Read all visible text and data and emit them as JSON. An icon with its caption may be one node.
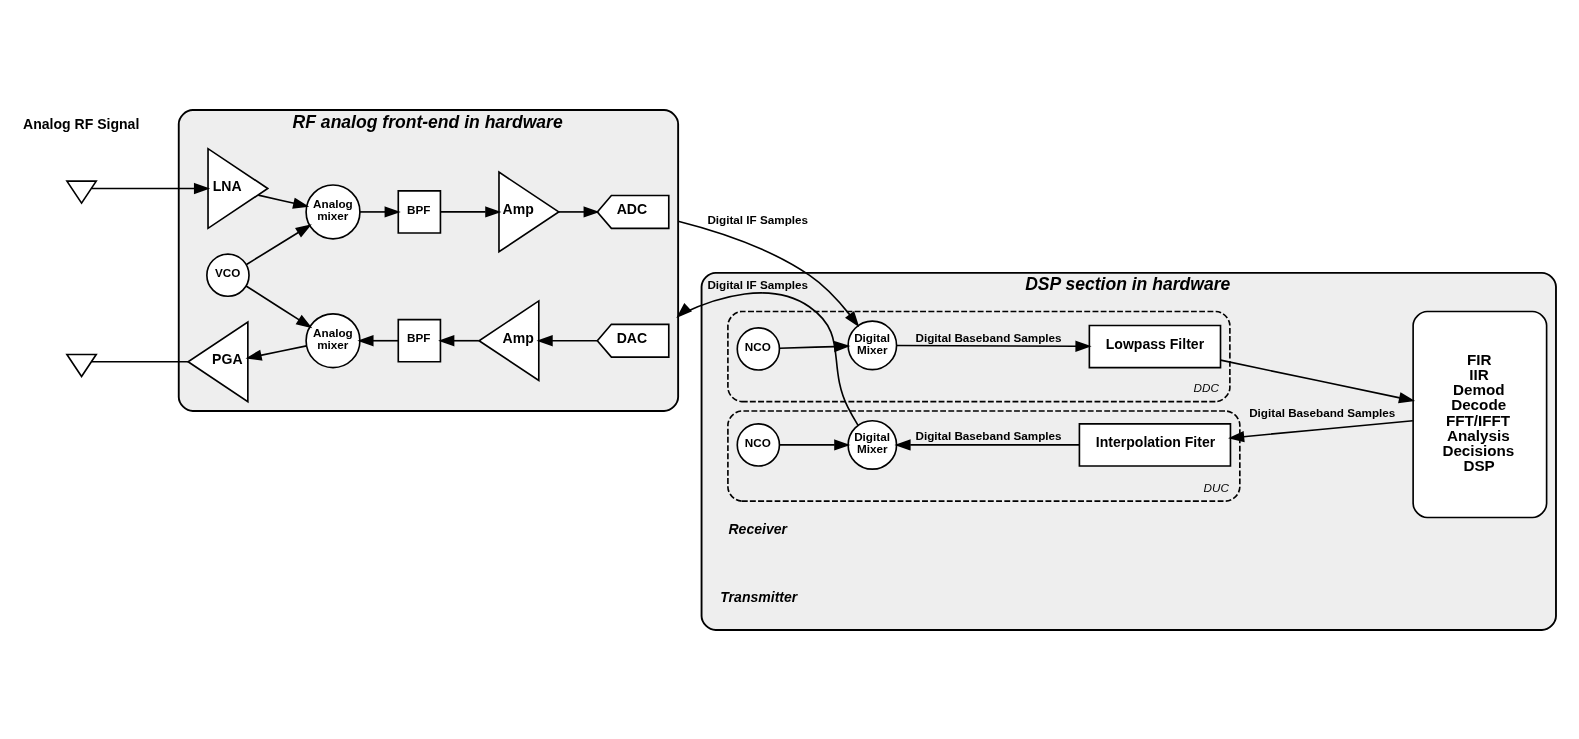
{
  "diagram": {
    "nodes": [
      {
        "text": [
          "RF analog front-end in hardware"
        ]
      },
      {
        "text": [],
        "shape": "antenna"
      },
      {
        "text": [
          "LNA"
        ],
        "in": 0
      },
      {
        "text": [
          "Analog mixer"
        ],
        "in": 0
      },
      {
        "text": [
          "BPF"
        ],
        "in": 0
      },
      {
        "text": [
          "Amp"
        ],
        "in": 0
      },
      {
        "text": [
          "ADC"
        ],
        "in": 0
      },
      {
        "text": [
          "VCO"
        ],
        "in": 0
      },
      {
        "text": [],
        "shape": "antenna"
      },
      {
        "text": [
          "PGA"
        ],
        "in": 0
      },
      {
        "text": [
          "Analog mixer"
        ],
        "in": 0
      },
      {
        "text": [
          "BPF"
        ],
        "in": 0
      },
      {
        "text": [
          "Amp"
        ],
        "in": 0
      },
      {
        "text": [
          "DAC"
        ],
        "in": 0
      },
      {
        "text": [
          "DSP section in hardware"
        ]
      },
      {
        "text": [
          "DDC"
        ],
        "in": 14
      },
      {
        "text": [
          "Digital Mixer"
        ],
        "in": 15
      },
      {
        "text": [
          "Lowpass Filter"
        ],
        "in": 15
      },
      {
        "text": [
          "NCO"
        ],
        "in": 15
      },
      {
        "text": [
          "DUC"
        ],
        "in": 14
      },
      {
        "text": [
          "Digital Mixer"
        ],
        "in": 19
      },
      {
        "text": [
          "Interpolation Fiter"
        ],
        "in": 19
      },
      {
        "text": [
          "NCO"
        ],
        "in": 19
      },
      {
        "text": [
          "FIR",
          "IIR",
          "Demod",
          "Decode",
          "FFT/IFFT",
          "Analysis",
          "Decisions",
          "DSP"
        ],
        "in": 14
      }
    ],
    "edges": [
      {
        "from": 1,
        "to": 2,
        "arrow": "to"
      },
      {
        "from": 2,
        "to": 3,
        "arrow": "to"
      },
      {
        "from": 3,
        "to": 4,
        "arrow": "to"
      },
      {
        "from": 4,
        "to": 5,
        "arrow": "to"
      },
      {
        "from": 5,
        "to": 6,
        "arrow": "to"
      },
      {
        "from": 7,
        "to": 3,
        "arrow": "to"
      },
      {
        "from": 7,
        "to": 10,
        "arrow": "to"
      },
      {
        "from": 0,
        "to": 16,
        "arrow": "to",
        "label": "Digital IF Samples"
      },
      {
        "from": 18,
        "to": 16,
        "arrow": "to"
      },
      {
        "from": 16,
        "to": 17,
        "arrow": "to",
        "label": "Digital Baseband Samples"
      },
      {
        "from": 17,
        "to": 23,
        "arrow": "to"
      },
      {
        "from": 23,
        "to": 21,
        "arrow": "to",
        "label": "Digital Baseband Samples"
      },
      {
        "from": 21,
        "to": 20,
        "arrow": "to",
        "label": "Digital Baseband Samples"
      },
      {
        "from": 22,
        "to": 20,
        "arrow": "to"
      },
      {
        "from": 20,
        "to": 0,
        "arrow": "to",
        "label": "Digital IF Samples"
      },
      {
        "from": 13,
        "to": 12,
        "arrow": "to"
      },
      {
        "from": 12,
        "to": 11,
        "arrow": "to"
      },
      {
        "from": 11,
        "to": 10,
        "arrow": "to"
      },
      {
        "from": 10,
        "to": 9,
        "arrow": "to"
      },
      {
        "from": 9,
        "to": 8,
        "arrow": "none"
      }
    ],
    "labels": [
      "Analog RF Signal",
      "Receiver",
      "Transmitter"
    ]
  }
}
